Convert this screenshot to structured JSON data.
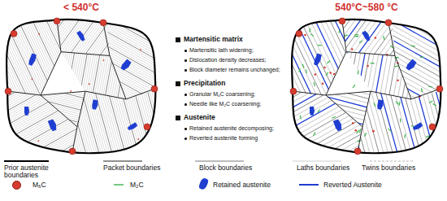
{
  "diagram": {
    "nodes": [
      {
        "text": [
          "< 540°C"
        ]
      },
      {
        "text": [
          "540°C~580 °C"
        ]
      }
    ],
    "labels": [
      "Martensitic matrix",
      "Martensitic lath widening;",
      "Dislocation density decreases;",
      "Block diameter remains unchanged;",
      "Precipitation",
      "Granular M₆C coarsening;",
      "Needle like M₂C coarsening;",
      "Austenite",
      "Retained austenite decomposing;",
      "Reverted austenite forming"
    ],
    "legend": [
      {
        "text": "Prior austenite boundaries"
      },
      {
        "text": "Packet boundaries"
      },
      {
        "text": "Block boundaries"
      },
      {
        "text": "Laths boundaries"
      },
      {
        "text": "Twins boundaries"
      },
      {
        "text": "M₆C",
        "color": "#d63c2f"
      },
      {
        "text": "M₂C"
      },
      {
        "text": "Retained austenite",
        "color": "#1f3ed1"
      },
      {
        "text": "Reverted Austenite"
      }
    ]
  }
}
